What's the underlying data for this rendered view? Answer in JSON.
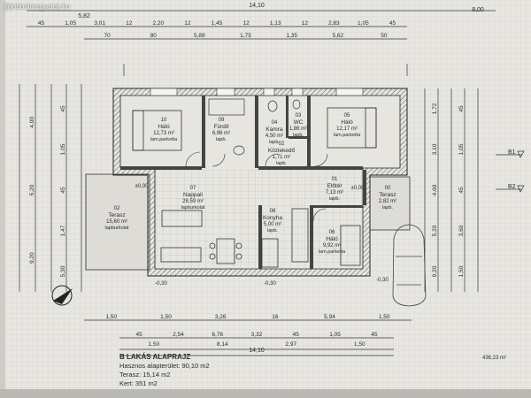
{
  "watermark": "@jobbalmegyetek.hu",
  "top_total": "14,10",
  "top_left": "5,82",
  "top_right": "8,00",
  "dims_row1": [
    "45",
    "1,05",
    "3,01",
    "12",
    "2,20",
    "12",
    "1,45",
    "12",
    "1,13",
    "12",
    "2,83",
    "1,05",
    "45"
  ],
  "dims_row2": [
    "70",
    "80",
    "5,89",
    "1,75",
    "1,35",
    "5,62",
    "50"
  ],
  "dims_bottom": [
    "1,50",
    "1,50",
    "3,26",
    "16",
    "5,94",
    "1,50"
  ],
  "dims_bottom2": [
    "45",
    "2,54",
    "6,76",
    "3,32",
    "45",
    "1,05",
    "45"
  ],
  "dims_bottom3": [
    "1,50",
    "8,14",
    "2,97",
    "1,50"
  ],
  "dims_bottom_total": "14,10",
  "left_dims_a": [
    "4,00",
    "5,20",
    "9,20"
  ],
  "left_dims_b": [
    "45",
    "1,05",
    "45",
    "1,47",
    "5,30"
  ],
  "right_dims_a": [
    "1,72",
    "3,10",
    "4,60",
    "5,20",
    "9,20"
  ],
  "right_dims_b": [
    "45",
    "1,05",
    "45",
    "3,60",
    "1,50"
  ],
  "rooms": [
    {
      "no": "10",
      "name": "Háló",
      "area": "12,73 m²",
      "floor": "lam.parketta"
    },
    {
      "no": "09",
      "name": "Fürdő",
      "area": "6,96 m²",
      "floor": "lapb."
    },
    {
      "no": "04",
      "name": "Kamra",
      "area": "4,50 m²",
      "floor": "lapb."
    },
    {
      "no": "03",
      "name": "WC",
      "area": "1,86 m²",
      "floor": "lapb."
    },
    {
      "no": "02",
      "name": "Közlekedő",
      "area": "1,71 m²",
      "floor": "lapb."
    },
    {
      "no": "05",
      "name": "Háló",
      "area": "12,17 m²",
      "floor": "lam.parketta"
    },
    {
      "no": "07",
      "name": "Nappali",
      "area": "28,59 m²",
      "floor": "lapburkolat"
    },
    {
      "no": "08",
      "name": "Konyha",
      "area": "5,00 m²",
      "floor": "lapb."
    },
    {
      "no": "01",
      "name": "Előtér",
      "area": "7,13 m²",
      "floor": "lapb."
    },
    {
      "no": "06",
      "name": "Háló",
      "area": "9,92 m²",
      "floor": "lam.parketta"
    },
    {
      "no": "02",
      "name": "Terasz",
      "area": "15,60 m²",
      "floor": "lapburkolat"
    },
    {
      "no": "00",
      "name": "Terasz",
      "area": "2,82 m²",
      "floor": "lapb."
    }
  ],
  "level_marks": [
    "±0,00",
    "±0,00",
    "-0,30",
    "-0,30",
    "-0,30"
  ],
  "section_marks": [
    "B1",
    "B2"
  ],
  "title": "B LAKÁS ALAPRAJZ",
  "info": [
    "Hasznos alapterület: 90,10 m2",
    "Terasz: 15,14 m2",
    "Kert: 351 m2"
  ],
  "corner_area": "436,23 m²"
}
